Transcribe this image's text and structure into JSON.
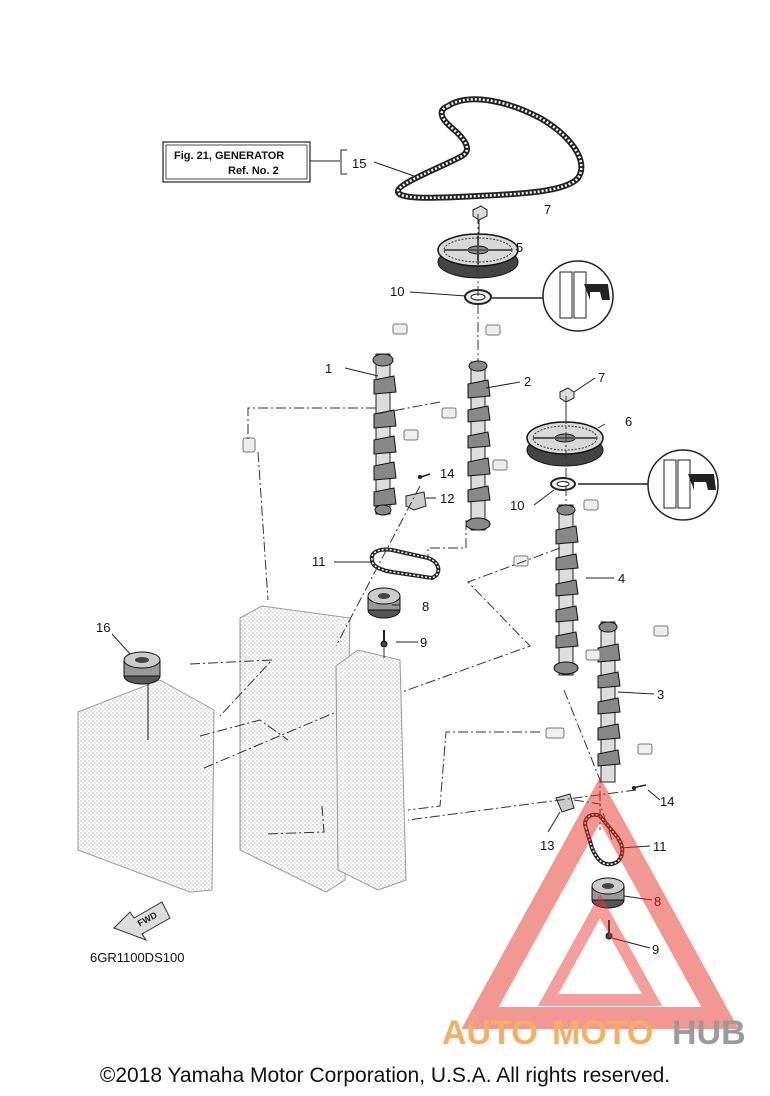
{
  "reference_box": {
    "line1": "Fig. 21, GENERATOR",
    "line2": "Ref. No. 2"
  },
  "callouts": {
    "c1": "1",
    "c2": "2",
    "c3": "3",
    "c4": "4",
    "c5": "5",
    "c6": "6",
    "c7a": "7",
    "c7b": "7",
    "c8a": "8",
    "c8b": "8",
    "c9a": "9",
    "c9b": "9",
    "c10a": "10",
    "c10b": "10",
    "c11a": "11",
    "c11b": "11",
    "c12": "12",
    "c13": "13",
    "c14a": "14",
    "c14b": "14",
    "c15": "15",
    "c16": "16"
  },
  "fwd_label": "FWD",
  "diagram_code": "6GR1100DS100",
  "watermark": {
    "part1": "AUTO",
    "part2": "MOTO",
    "part3": "HUB",
    "color_main": "#f3a24a",
    "color_hub": "#8a8a8a",
    "triangle_color": "#e8322c"
  },
  "copyright": "©2018 Yamaha Motor Corporation, U.S.A. All rights reserved."
}
